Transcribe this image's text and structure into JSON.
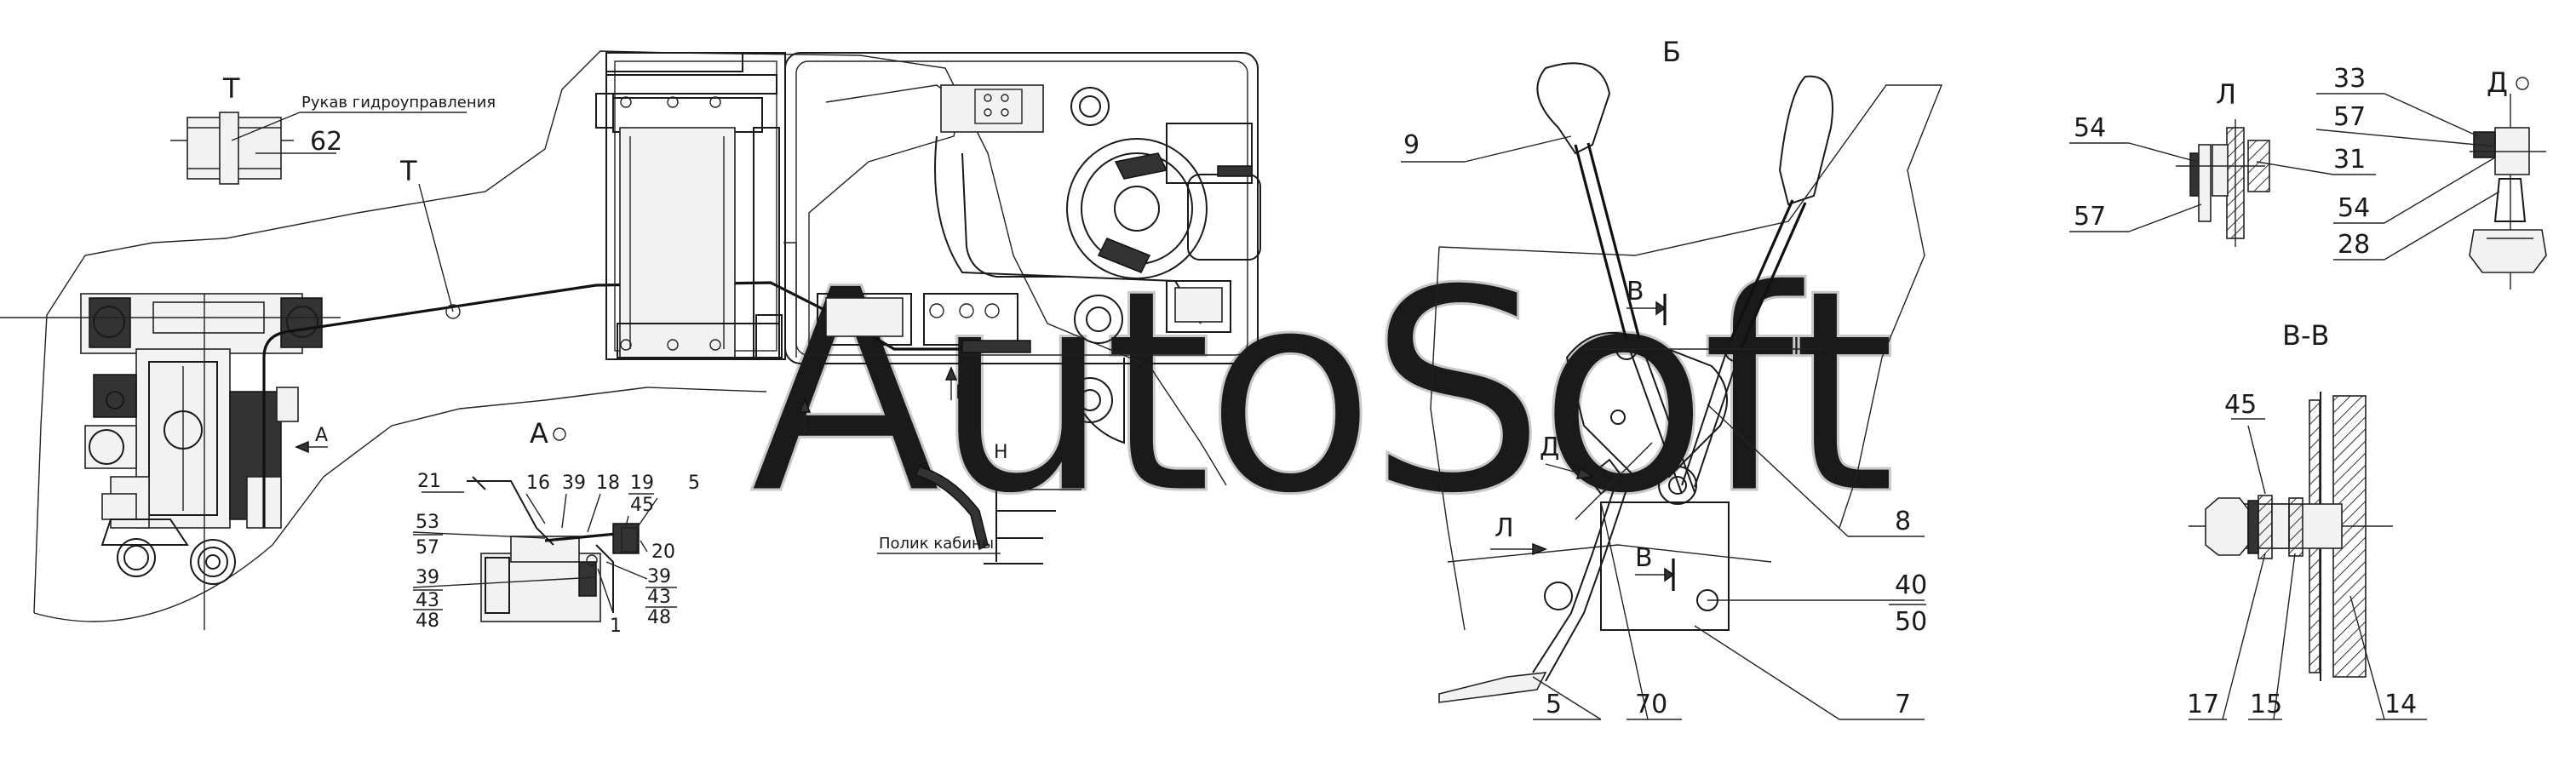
{
  "watermark": "AutoSoft",
  "views": {
    "t": "Т",
    "t_line": "Т",
    "a_view": "А",
    "b_view": "Б",
    "b_arrow": "Б",
    "a_arrow": "А",
    "n_arrow": "Н",
    "n_view": "Н",
    "v_arrow_top": "В",
    "v_arrow_bottom": "В",
    "d_view": "Д",
    "d_arrow": "Д",
    "l_view": "Л",
    "l_arrow": "Л",
    "section_vv": "В-В"
  },
  "captions": {
    "hose": "Рукав гидроуправления",
    "floor": "Полик кабины"
  },
  "callouts": {
    "t_62": "62",
    "a_21": "21",
    "a_16": "16",
    "a_39_top": "39",
    "a_18": "18",
    "a_19": "19",
    "a_45": "45",
    "a_5": "5",
    "a_53": "53",
    "a_57": "57",
    "a_20": "20",
    "a_39_left": "39",
    "a_43_left": "43",
    "a_48_left": "48",
    "a_39_right": "39",
    "a_43_right": "43",
    "a_48_right": "48",
    "a_1": "1",
    "n_5": "5",
    "b_9": "9",
    "b_8": "8",
    "b_40": "40",
    "b_50": "50",
    "b_7": "7",
    "b_5": "5",
    "b_70": "70",
    "l_54": "54",
    "l_57": "57",
    "l_31": "31",
    "d_33": "33",
    "d_57": "57",
    "d_54": "54",
    "d_28": "28",
    "vv_45": "45",
    "vv_17": "17",
    "vv_15": "15",
    "vv_14": "14"
  }
}
